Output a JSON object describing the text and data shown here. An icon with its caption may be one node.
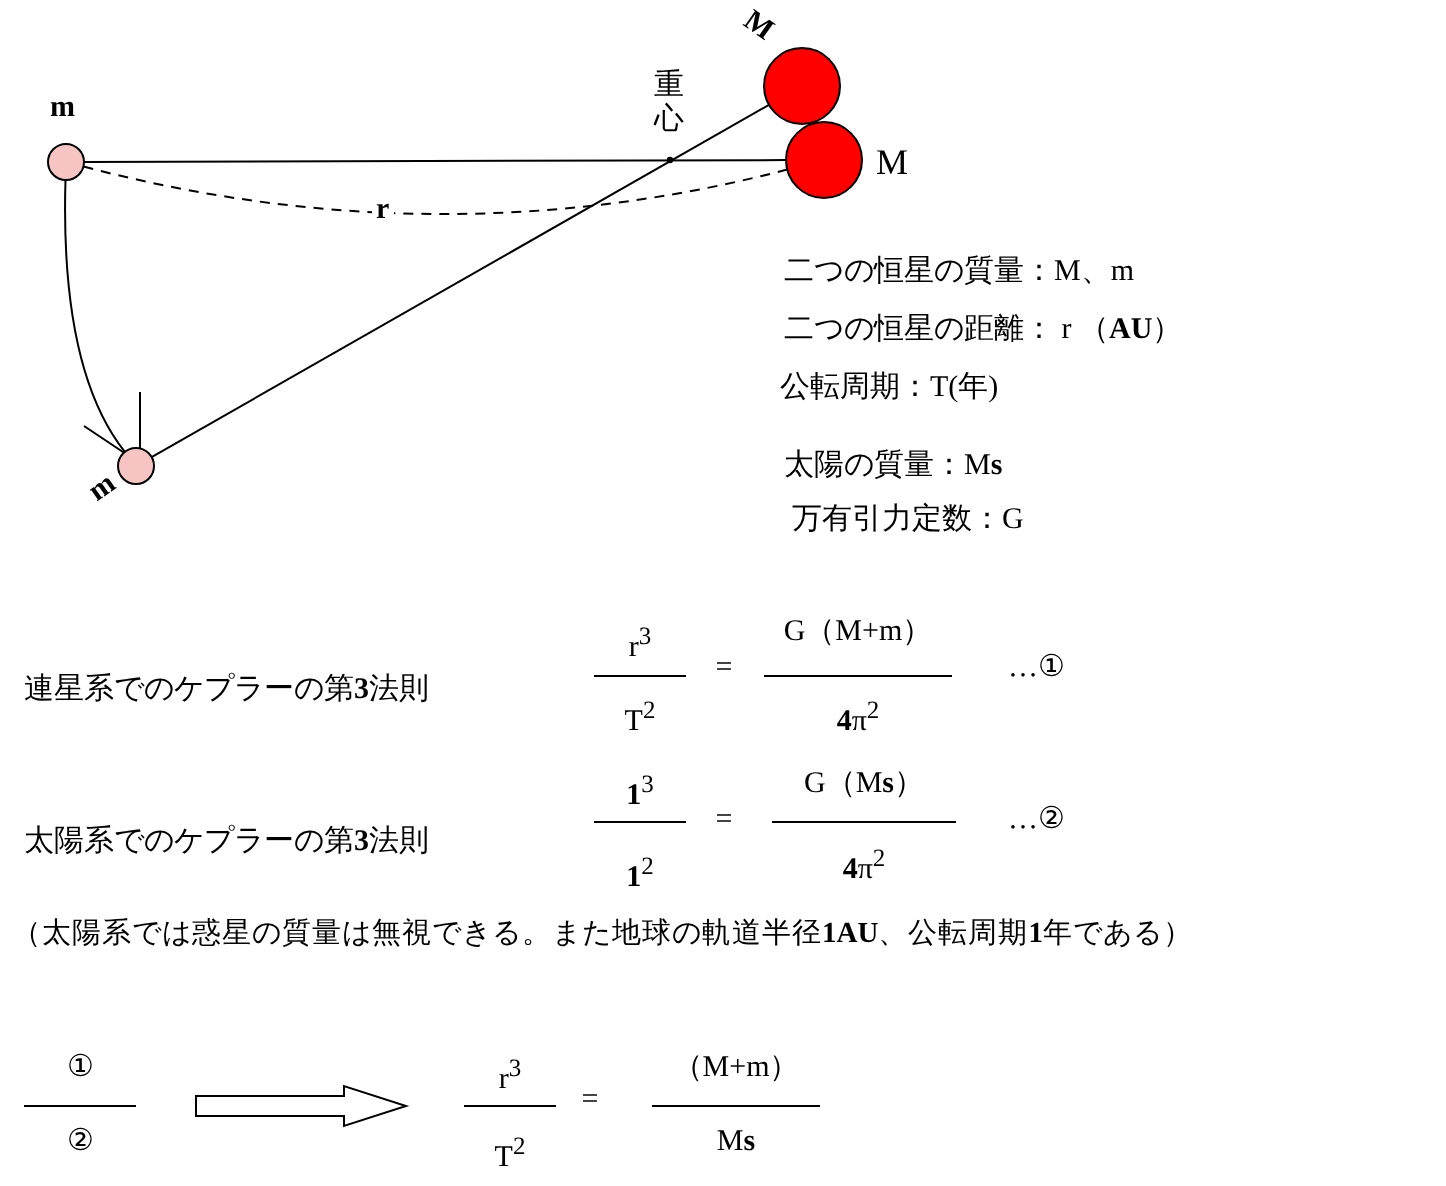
{
  "diagram": {
    "nodes": [
      {
        "text": [
          "m"
        ]
      },
      {
        "text": [
          "M"
        ]
      },
      {
        "text": [
          "M"
        ]
      },
      {
        "text": [
          "m"
        ]
      }
    ],
    "edges": [
      {
        "from": 0,
        "to": 1,
        "arrow": "none"
      },
      {
        "from": 3,
        "to": 2,
        "arrow": "none"
      },
      {
        "from": 0,
        "to": 1,
        "arrow": "none",
        "style": "dashed",
        "label": "r"
      },
      {
        "from": 0,
        "to": 3,
        "arrow": "none"
      }
    ],
    "labels": [
      "重心",
      "二つの恒星の質量：M、m",
      "二つの恒星の距離： r （**AU**）",
      "公転周期：T(年)",
      "太陽の質量：M**s**",
      "万有引力定数：G",
      "連星系でのケプラーの第**3**法則",
      "r$^{3}$",
      "T$^{2}$",
      "=",
      "G（M+m）",
      "**4**π$^{2}$",
      "…①",
      "太陽系でのケプラーの第**3**法則",
      "**1**$^{3}$",
      "**1**$^{2}$",
      "=",
      "G（M**s**）",
      "**4**π$^{2}$",
      "…②",
      "（太陽系では惑星の質量は無視できる。また地球の軌道半径**1AU**、公転周期**1**年である）",
      "①",
      "②",
      "r$^{3}$",
      "T$^{2}$",
      "=",
      "（M+m）",
      "M**s**"
    ]
  }
}
